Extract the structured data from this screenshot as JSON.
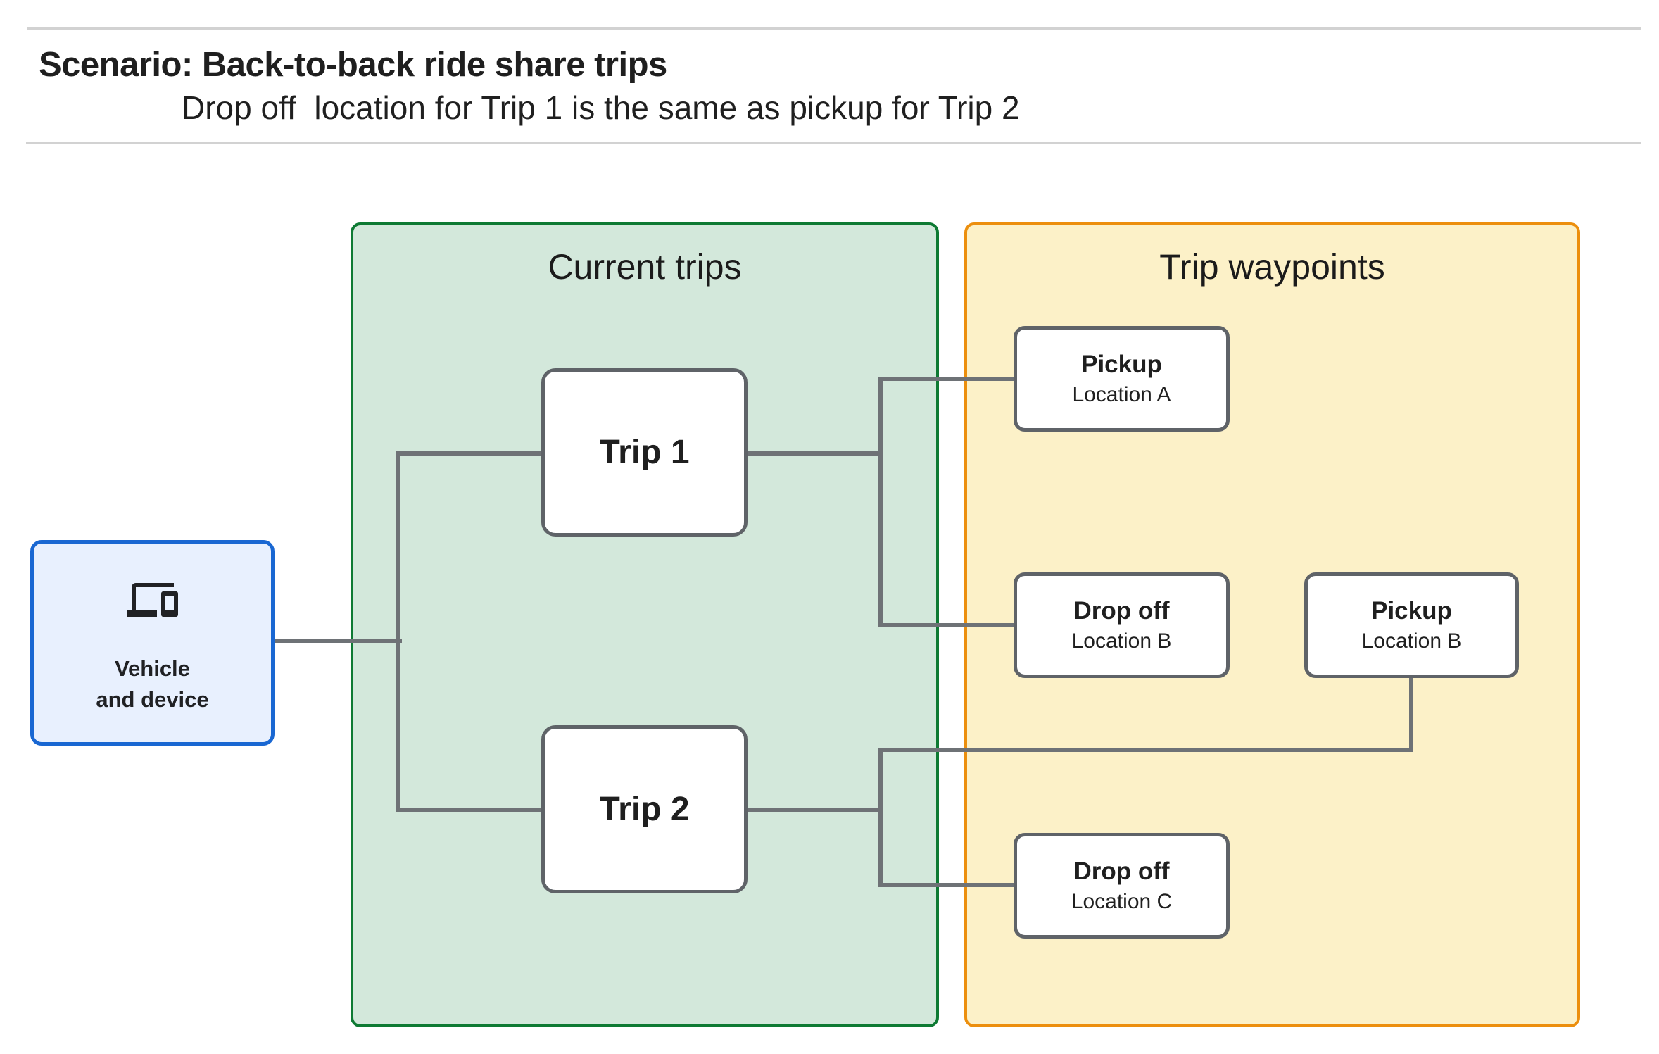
{
  "header": {
    "title": "Scenario: Back-to-back ride share trips",
    "subtitle": "Drop off  location for Trip 1 is the same as pickup for Trip 2"
  },
  "vehicle": {
    "label": "Vehicle\nand device",
    "icon": "devices-icon"
  },
  "groups": {
    "current_trips": {
      "title": "Current trips",
      "trips": [
        {
          "label": "Trip 1"
        },
        {
          "label": "Trip 2"
        }
      ]
    },
    "trip_waypoints": {
      "title": "Trip waypoints",
      "waypoints": [
        {
          "type": "Pickup",
          "location": "Location A"
        },
        {
          "type": "Drop off",
          "location": "Location B"
        },
        {
          "type": "Pickup",
          "location": "Location B"
        },
        {
          "type": "Drop off",
          "location": "Location C"
        }
      ]
    }
  },
  "colors": {
    "vehicle_fill": "#e8f0fe",
    "vehicle_border": "#1967d2",
    "trips_fill": "#d3e8db",
    "trips_border": "#0e7a33",
    "waypoints_fill": "#fcf1c8",
    "waypoints_border": "#ec8f0e",
    "node_border": "#5f6368",
    "connector": "#6e7276"
  }
}
